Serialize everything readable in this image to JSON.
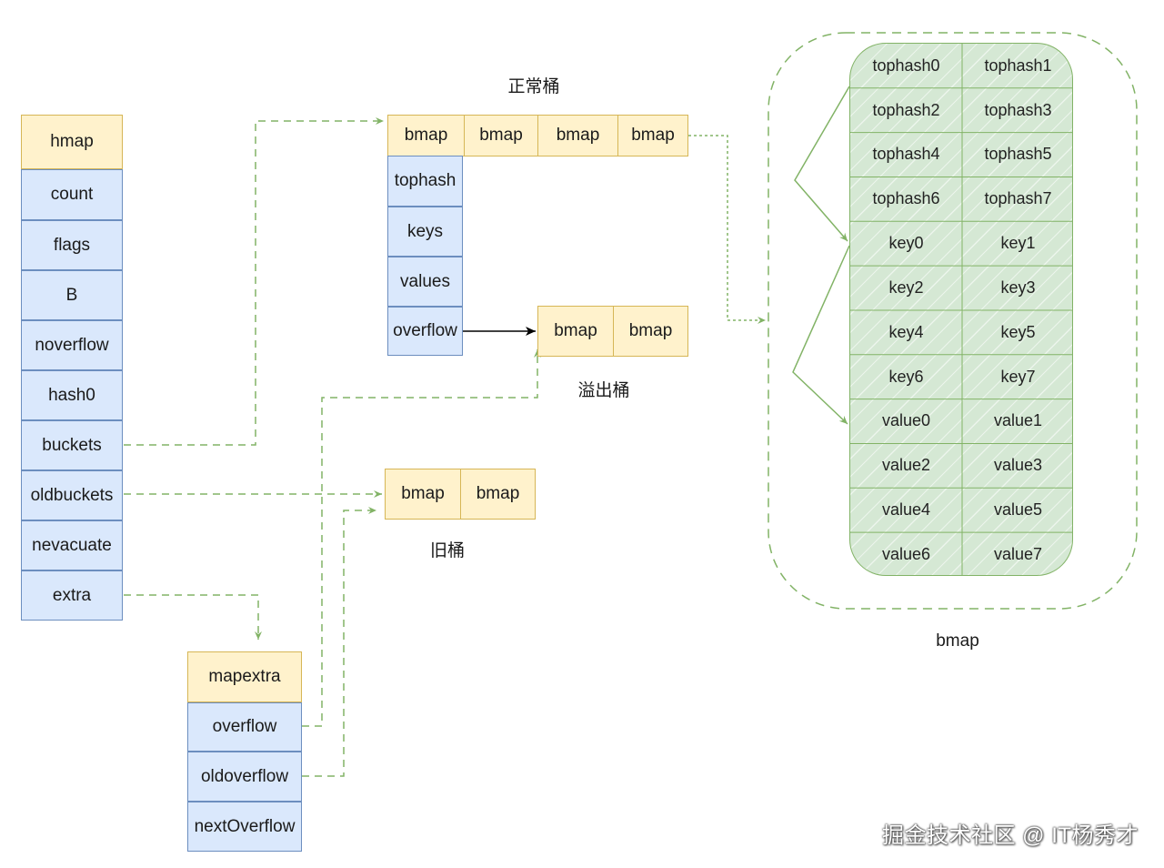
{
  "hmap": {
    "title": "hmap",
    "fields": [
      "count",
      "flags",
      "B",
      "noverflow",
      "hash0",
      "buckets",
      "oldbuckets",
      "nevacuate",
      "extra"
    ]
  },
  "mapextra": {
    "title": "mapextra",
    "fields": [
      "overflow",
      "oldoverflow",
      "nextOverflow"
    ]
  },
  "normal_buckets": {
    "caption": "正常桶",
    "bmaps": [
      "bmap",
      "bmap",
      "bmap",
      "bmap"
    ],
    "fields": [
      "tophash",
      "keys",
      "values",
      "overflow"
    ]
  },
  "overflow_buckets": {
    "caption": "溢出桶",
    "bmaps": [
      "bmap",
      "bmap"
    ]
  },
  "old_buckets": {
    "caption": "旧桶",
    "bmaps": [
      "bmap",
      "bmap"
    ]
  },
  "bmap_detail": {
    "caption": "bmap",
    "left": [
      "tophash0",
      "tophash2",
      "tophash4",
      "tophash6",
      "key0",
      "key2",
      "key4",
      "key6",
      "value0",
      "value2",
      "value4",
      "value6"
    ],
    "right": [
      "tophash1",
      "tophash3",
      "tophash5",
      "tophash7",
      "key1",
      "key3",
      "key5",
      "key7",
      "value1",
      "value3",
      "value5",
      "value7"
    ]
  },
  "watermark": "掘金技术社区 @ IT杨秀才",
  "colors": {
    "header_fill": "#fff2cc",
    "header_border": "#d6b656",
    "field_fill": "#dae8fc",
    "field_border": "#6c8ebf",
    "detail_fill": "#d5e8d4",
    "connector": "#82b366"
  }
}
